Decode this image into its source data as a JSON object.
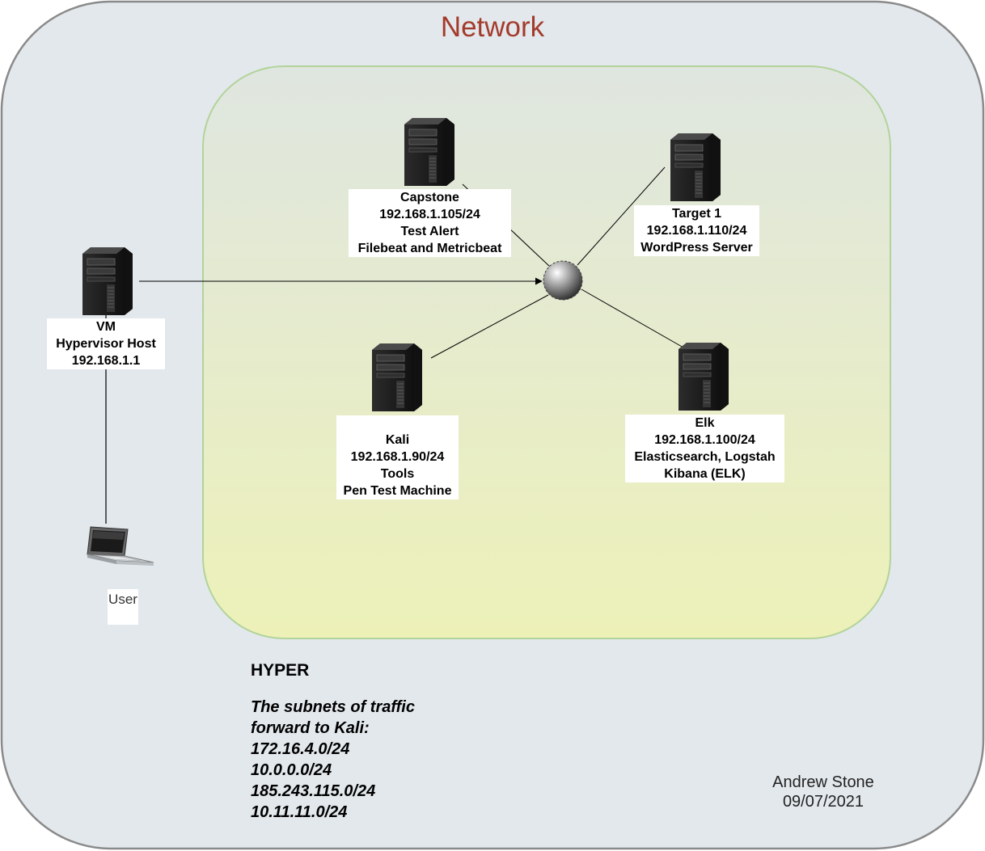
{
  "diagram": {
    "title": "Network",
    "colors": {
      "outer_fill": "#e3e8ec",
      "outer_stroke": "#8a8a8a",
      "inner_stroke": "#b2d39a",
      "inner_fill_top": "#dfe6e0",
      "inner_fill_bottom": "#edf1b8",
      "title": "#a33b2c"
    },
    "nodes": {
      "capstone": {
        "icon": "server-tower-icon",
        "lines": [
          "Capstone",
          "192.168.1.105/24",
          "Test Alert",
          "Filebeat and Metricbeat"
        ]
      },
      "target1": {
        "icon": "server-tower-icon",
        "lines": [
          "Target 1",
          "192.168.1.110/24",
          "WordPress Server"
        ]
      },
      "vm": {
        "icon": "server-tower-icon",
        "lines": [
          "VM",
          "Hypervisor Host",
          "192.168.1.1"
        ]
      },
      "kali": {
        "icon": "server-tower-icon",
        "lines": [
          "Kali",
          "192.168.1.90/24",
          "Tools",
          "Pen Test Machine"
        ]
      },
      "elk": {
        "icon": "server-tower-icon",
        "lines": [
          "Elk",
          "192.168.1.100/24",
          "Elasticsearch, Logstah",
          "Kibana (ELK)"
        ]
      },
      "user": {
        "icon": "laptop-icon",
        "label": "User"
      },
      "hub": {
        "icon": "network-hub-icon"
      }
    },
    "notes": {
      "heading": "HYPER",
      "lines": [
        "The subnets of traffic",
        "forward to Kali:",
        "172.16.4.0/24",
        "10.0.0.0/24",
        "185.243.115.0/24",
        "10.11.11.0/24"
      ]
    },
    "author": {
      "name": "Andrew Stone",
      "date": "09/07/2021"
    }
  }
}
